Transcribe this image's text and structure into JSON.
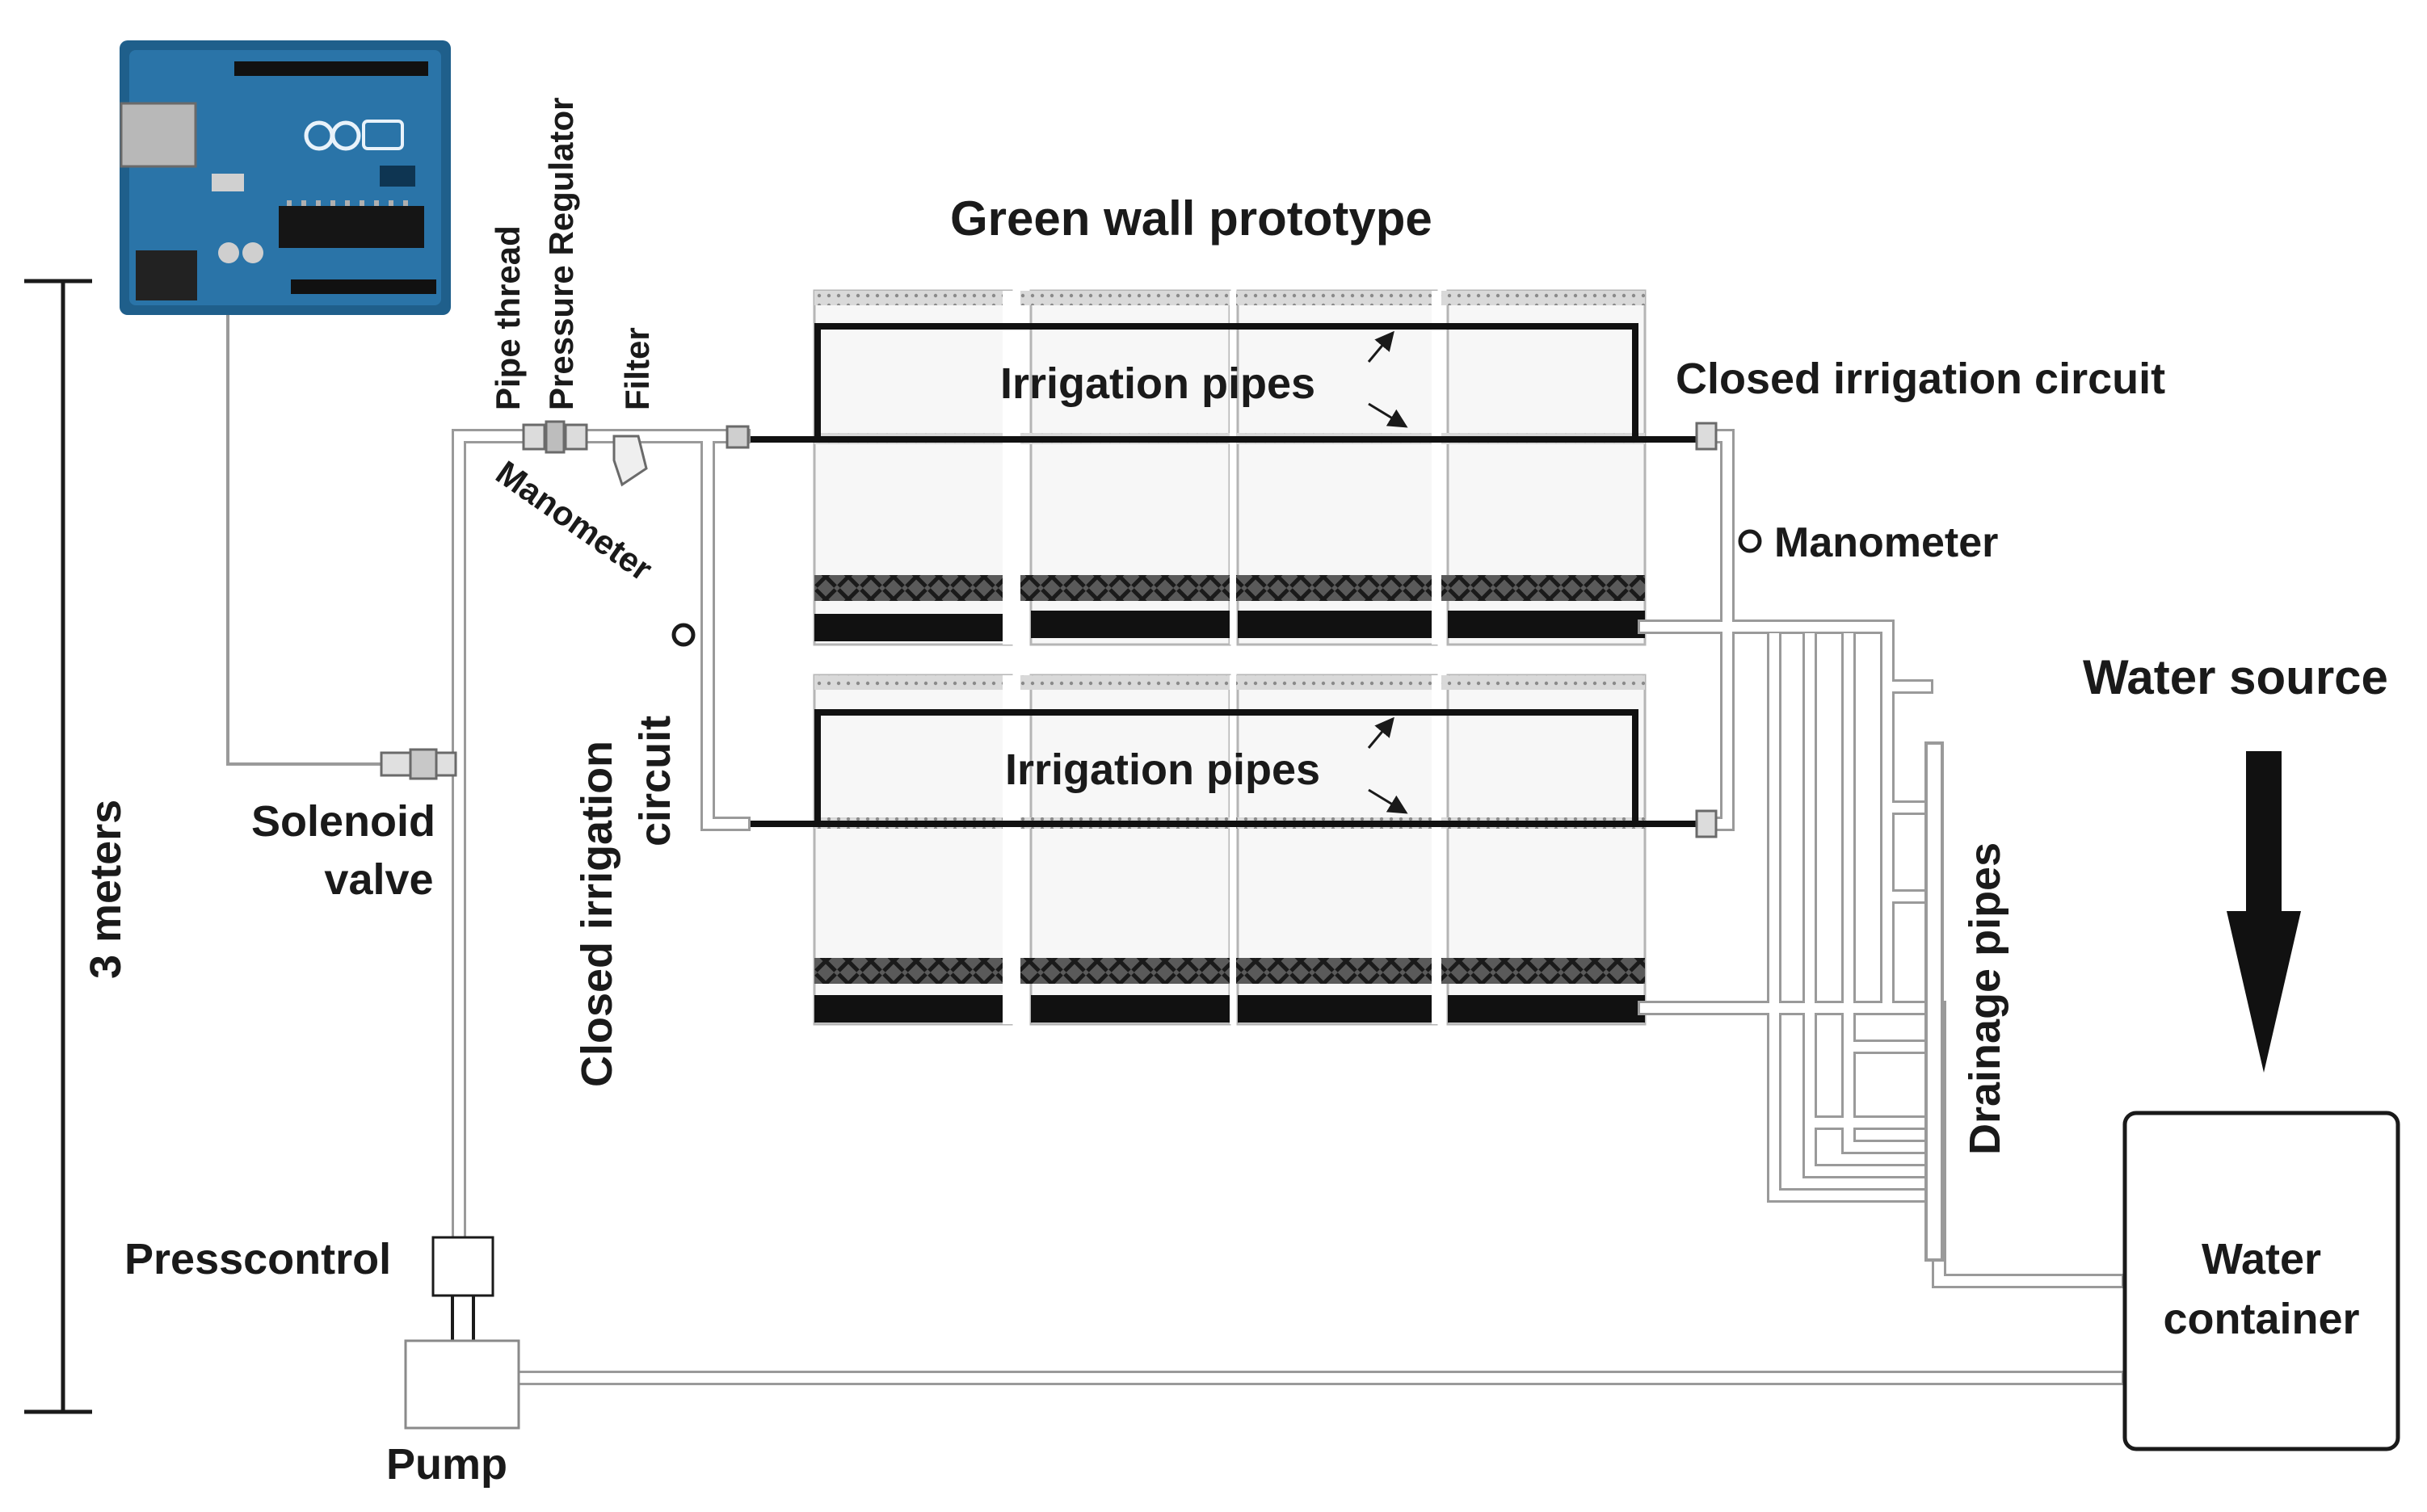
{
  "title": "Green wall prototype",
  "labels": {
    "pipe_thread": "Pipe thread",
    "pressure_regulator": "Pressure Regulator",
    "filter": "Filter",
    "manometer_left": "Manometer",
    "manometer_right": "Manometer",
    "irrigation_pipes_top": "Irrigation pipes",
    "irrigation_pipes_bottom": "Irrigation pipes",
    "closed_circuit_top": "Closed irrigation circuit",
    "closed_circuit_side_line1": "Closed irrigation",
    "closed_circuit_side_line2": "circuit",
    "solenoid_line1": "Solenoid",
    "solenoid_line2": "valve",
    "scale": "3 meters",
    "presscontrol": "Presscontrol",
    "pump": "Pump",
    "water_source": "Water source",
    "drainage_pipes": "Drainage pipes",
    "water_container_line1": "Water",
    "water_container_line2": "container"
  },
  "colors": {
    "ink": "#1a1a1a",
    "pipe_fill": "#ffffff",
    "pipe_outline": "#9a9a9a",
    "board": "#1f5f8b",
    "panel_bg": "#f7f7f7",
    "panel_grid": "#b5b5b5"
  },
  "icons": {
    "controller": "arduino-board-icon",
    "water_source_arrow": "down-arrow-icon",
    "manometer": "gauge-circle-icon"
  }
}
